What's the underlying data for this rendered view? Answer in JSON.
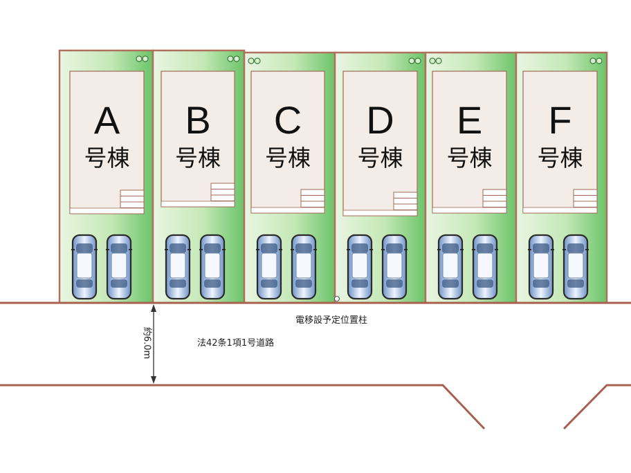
{
  "lots": [
    {
      "letter": "A",
      "suffix": "号棟"
    },
    {
      "letter": "B",
      "suffix": "号棟"
    },
    {
      "letter": "C",
      "suffix": "号棟"
    },
    {
      "letter": "D",
      "suffix": "号棟"
    },
    {
      "letter": "E",
      "suffix": "号棟"
    },
    {
      "letter": "F",
      "suffix": "号棟"
    }
  ],
  "road": {
    "label": "法42条1項1号道路",
    "width_label": "約6.0m"
  },
  "pole_label": "電移設予定位置柱",
  "colors": {
    "lot_border": "#b0705e",
    "lot_fill": "#b7e2a9",
    "house_fill": "#f4ece6",
    "road_line": "#a8604e",
    "car_body": "#c3d6ea"
  }
}
